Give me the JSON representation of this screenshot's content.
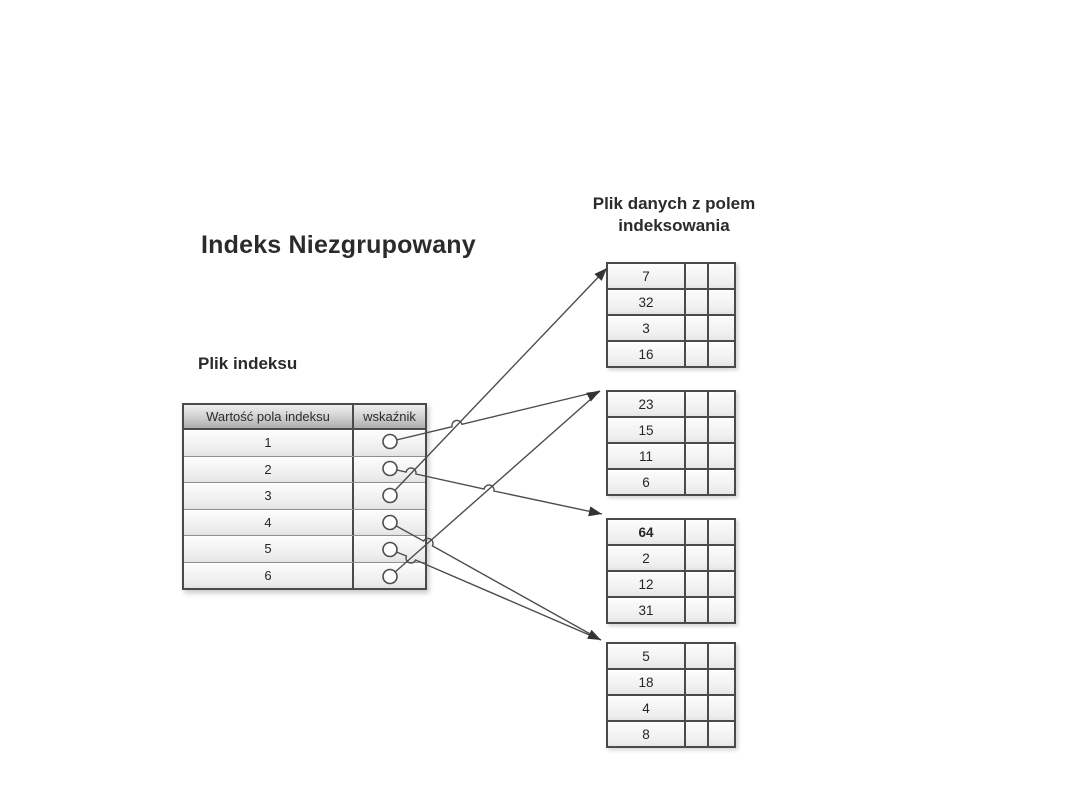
{
  "main_title": "Indeks Niezgrupowany",
  "data_file_title": {
    "lines": [
      "Plik danych z polem",
      "indeksowania"
    ]
  },
  "index_file_label": "Plik indeksu",
  "index_table": {
    "headers": [
      "Wartość pola indeksu",
      "wskaźnik"
    ],
    "rows": [
      "1",
      "2",
      "3",
      "4",
      "5",
      "6"
    ]
  },
  "data_blocks": [
    {
      "values": [
        "7",
        "32",
        "3",
        "16"
      ],
      "bold_value_index": null
    },
    {
      "values": [
        "23",
        "15",
        "11",
        "6"
      ],
      "bold_value_index": null
    },
    {
      "values": [
        "64",
        "2",
        "12",
        "31"
      ],
      "bold_value_index": 0
    },
    {
      "values": [
        "5",
        "18",
        "4",
        "8"
      ],
      "bold_value_index": null
    }
  ],
  "connections": [
    {
      "from_row": "1",
      "to_block": 2
    },
    {
      "from_row": "2",
      "to_block": 3
    },
    {
      "from_row": "3",
      "to_block": 1
    },
    {
      "from_row": "4",
      "to_block": 4
    },
    {
      "from_row": "5",
      "to_block": 4
    },
    {
      "from_row": "6",
      "to_block": 2
    }
  ],
  "colors": {
    "background": "#ffffff",
    "text": "#262626",
    "line": "#4d4d4d",
    "table_border": "#4a4a4a",
    "pointer_circle_fill": "#ffffff"
  }
}
